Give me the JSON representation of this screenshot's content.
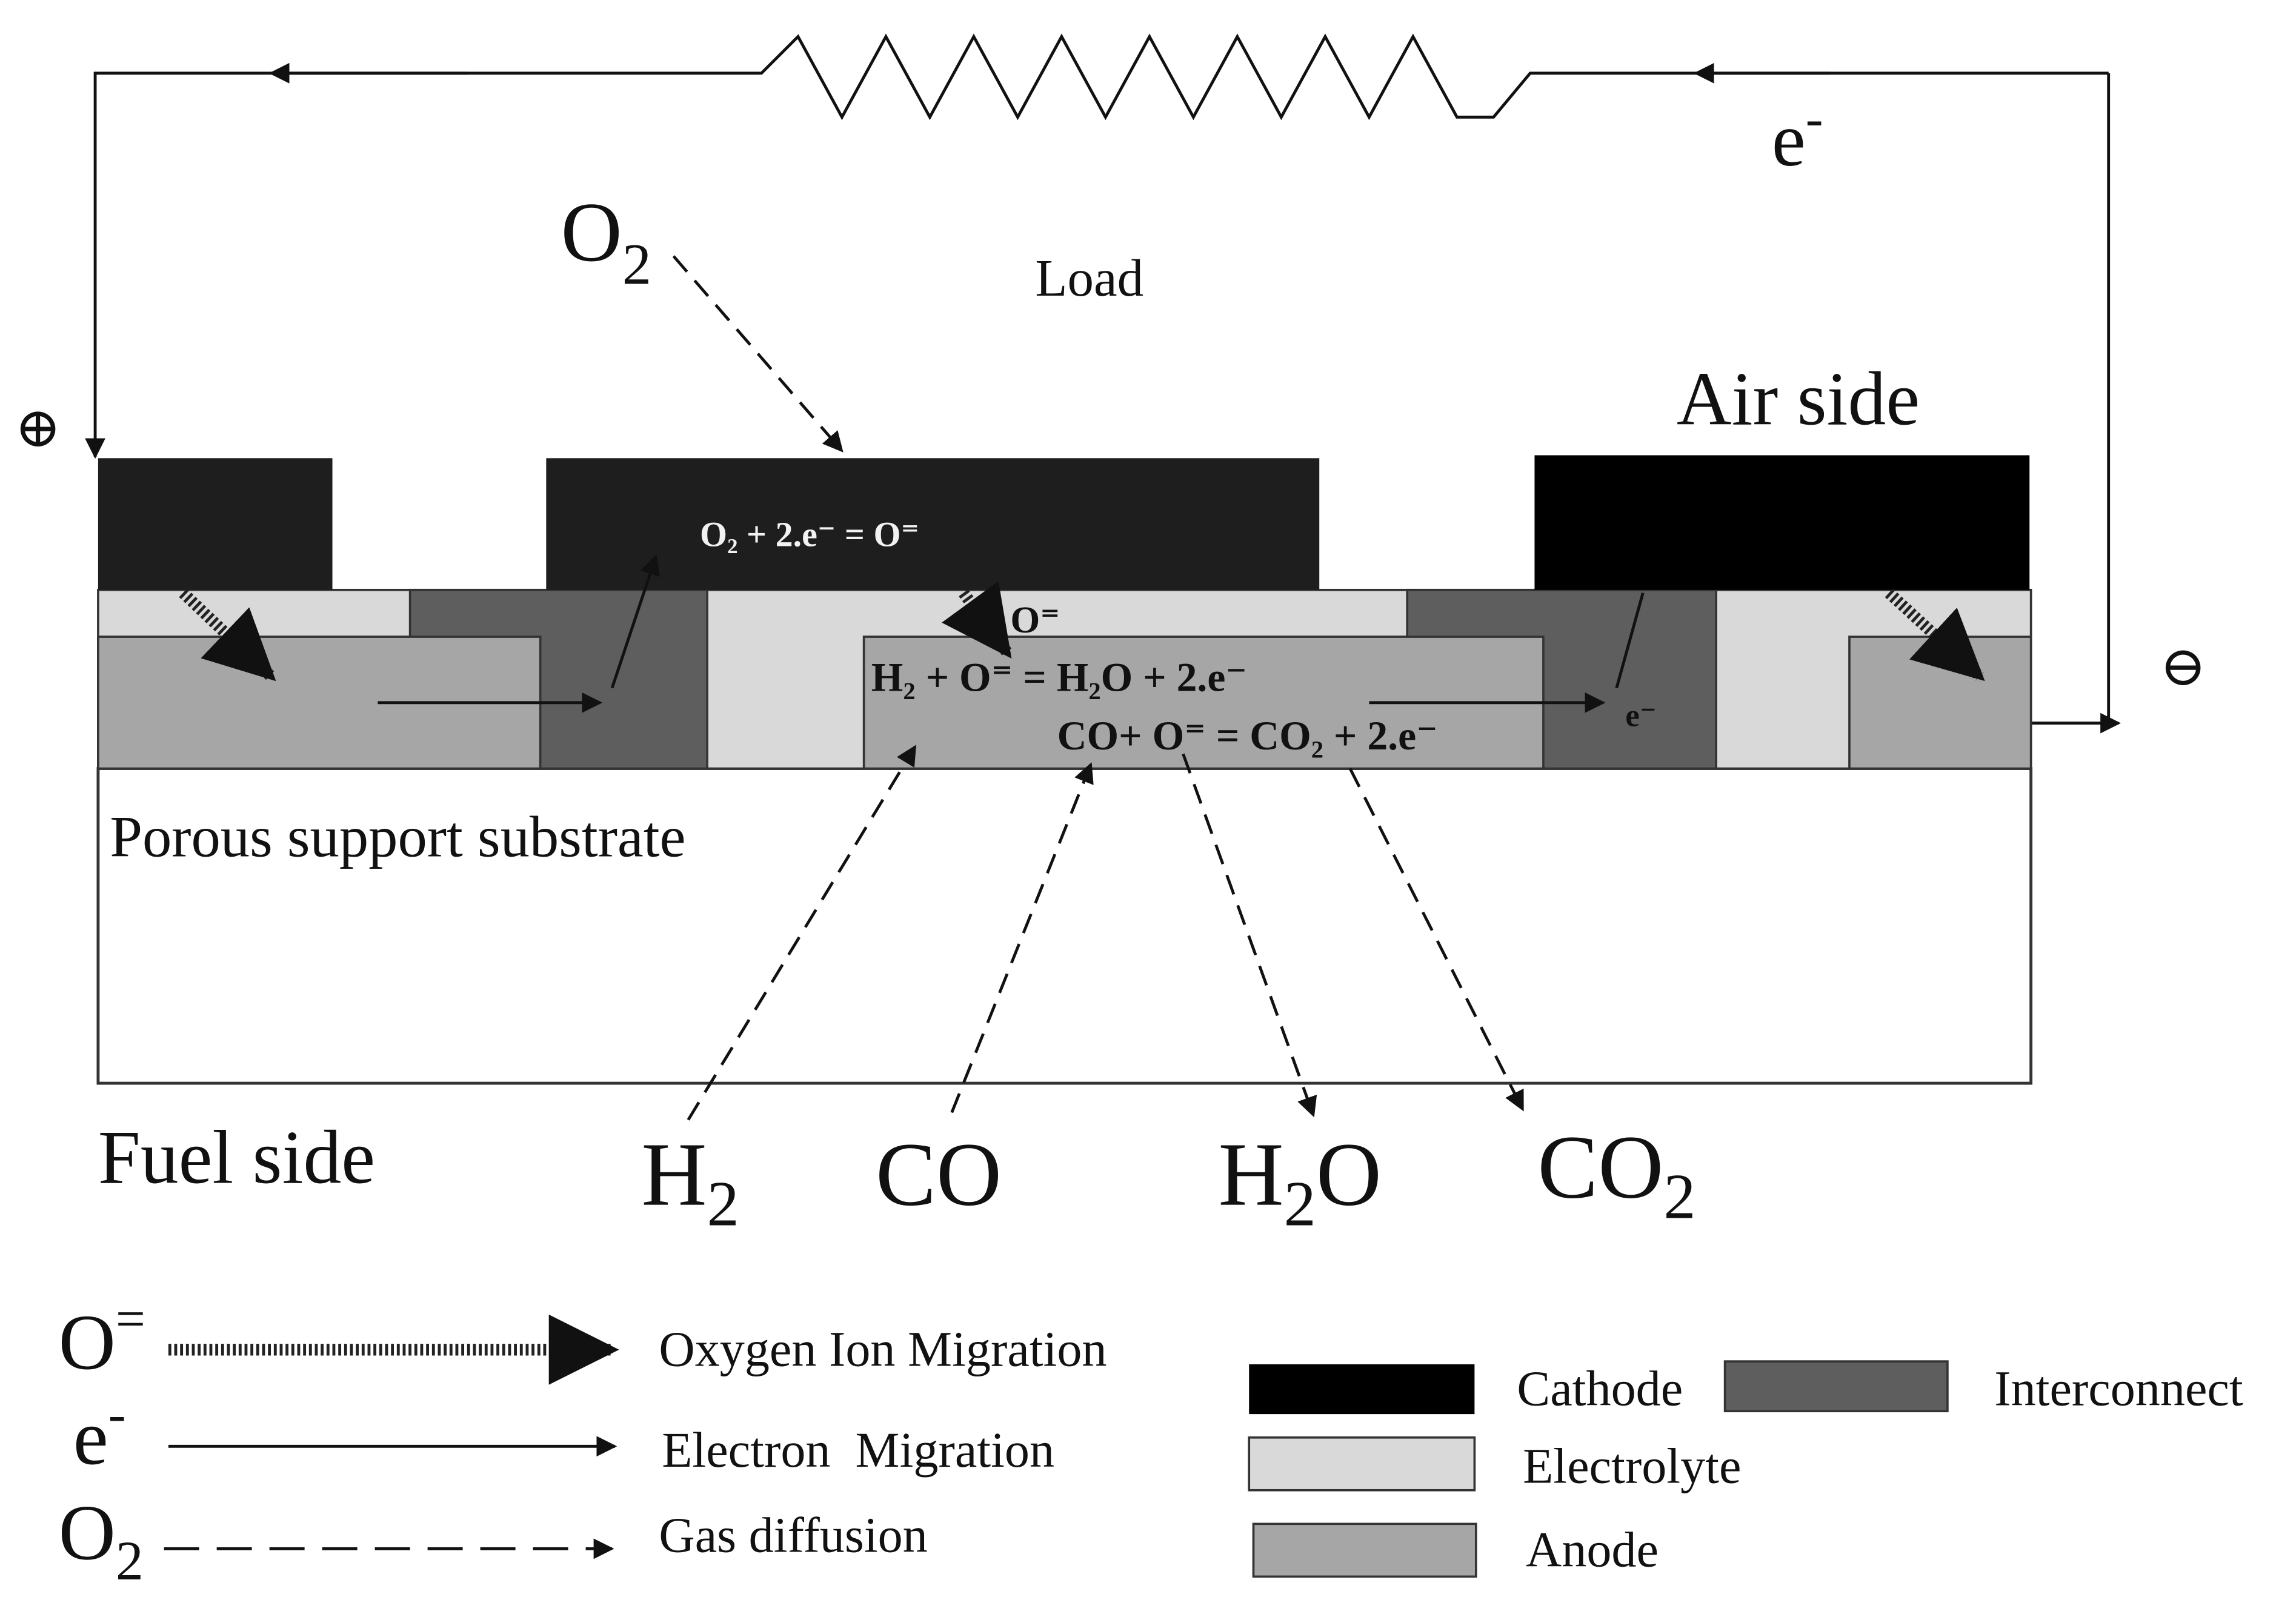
{
  "labels": {
    "load": "Load",
    "electron_top": "e",
    "electron_top_sup": "-",
    "o2_in_base": "O",
    "o2_in_sub": "2",
    "air_side": "Air side",
    "fuel_side": "Fuel side",
    "positive_terminal": "⊕",
    "negative_terminal": "⊖",
    "porous_substrate": "Porous support substrate"
  },
  "reactions": {
    "cathode_reaction": "O₂ + 2.e⁻ = O⁼",
    "oxygen_ion": "O⁼",
    "h2_oxidation": "H₂ + O⁼ = H₂O + 2.e⁻",
    "co_oxidation": "CO+ O⁼ = CO₂ + 2.e⁻",
    "electron_small": "e⁻"
  },
  "fuel_gases": {
    "h2_base": "H",
    "h2_sub": "2",
    "co": "CO",
    "h2o_base": "H",
    "h2o_sub": "2",
    "h2o_tail": "O",
    "co2_base": "CO",
    "co2_sub": "2"
  },
  "legend_arrows": {
    "oxygen_ion_symbol": "O",
    "oxygen_ion_sup": "=",
    "oxygen_ion_label": "Oxygen Ion Migration",
    "electron_symbol": "e",
    "electron_sup": "-",
    "electron_label": "Electron  Migration",
    "gas_symbol_base": "O",
    "gas_symbol_sub": "2",
    "gas_label": "Gas diffusion"
  },
  "legend_materials": {
    "cathode": "Cathode",
    "interconnect": "Interconnect",
    "electrolyte": "Electrolyte",
    "anode": "Anode"
  },
  "colors": {
    "cathode": "#1e1e1e",
    "interconnect": "#5e5e5e",
    "electrolyte": "#d9d9d9",
    "anode": "#a6a6a6",
    "substrate": "#ffffff",
    "line": "#111111"
  }
}
